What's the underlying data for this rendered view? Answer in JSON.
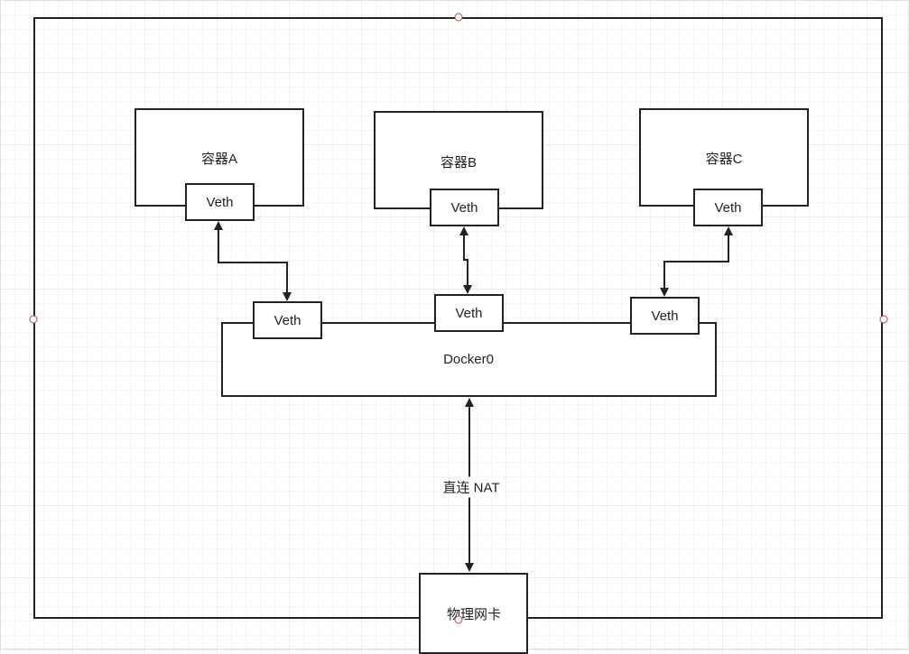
{
  "containers": [
    {
      "id": "a",
      "label": "容器A",
      "veth_label": "Veth"
    },
    {
      "id": "b",
      "label": "容器B",
      "veth_label": "Veth"
    },
    {
      "id": "c",
      "label": "容器C",
      "veth_label": "Veth"
    }
  ],
  "bridge": {
    "label": "Docker0",
    "veths": [
      "Veth",
      "Veth",
      "Veth"
    ]
  },
  "nic": {
    "label": "物理网卡"
  },
  "link": {
    "label": "直连 NAT"
  }
}
